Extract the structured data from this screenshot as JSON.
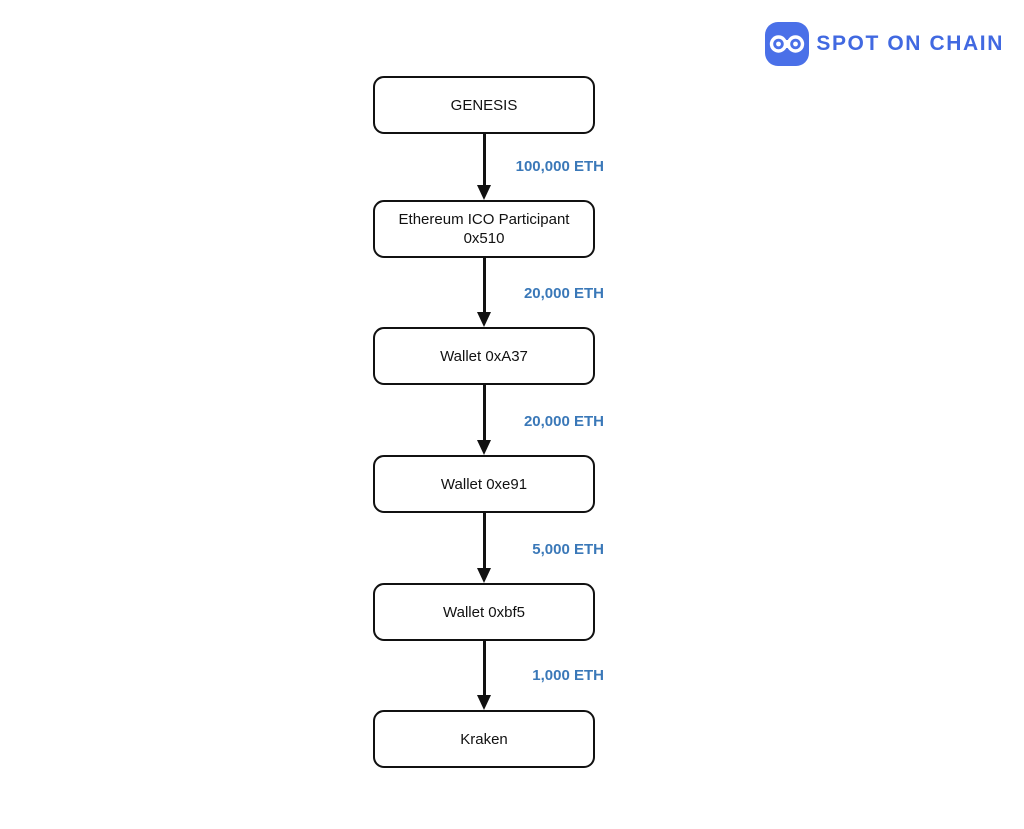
{
  "logo": {
    "text": "SPOT ON CHAIN",
    "icon": "spot-on-chain-icon",
    "icon_bg_color": "#4a70e8",
    "text_color": "#4169e1"
  },
  "flow": {
    "amount_color": "#3a78b8",
    "node_border_color": "#111111",
    "nodes": [
      {
        "label": "GENESIS",
        "sublabel": ""
      },
      {
        "label": "Ethereum ICO Participant",
        "sublabel": "0x510"
      },
      {
        "label": "Wallet 0xA37",
        "sublabel": ""
      },
      {
        "label": "Wallet 0xe91",
        "sublabel": ""
      },
      {
        "label": "Wallet 0xbf5",
        "sublabel": ""
      },
      {
        "label": "Kraken",
        "sublabel": ""
      }
    ],
    "edges": [
      {
        "from": "GENESIS",
        "to": "Ethereum ICO Participant 0x510",
        "amount": "100,000 ETH"
      },
      {
        "from": "Ethereum ICO Participant 0x510",
        "to": "Wallet 0xA37",
        "amount": "20,000 ETH"
      },
      {
        "from": "Wallet 0xA37",
        "to": "Wallet 0xe91",
        "amount": "20,000 ETH"
      },
      {
        "from": "Wallet 0xe91",
        "to": "Wallet 0xbf5",
        "amount": "5,000 ETH"
      },
      {
        "from": "Wallet 0xbf5",
        "to": "Kraken",
        "amount": "1,000 ETH"
      }
    ]
  }
}
